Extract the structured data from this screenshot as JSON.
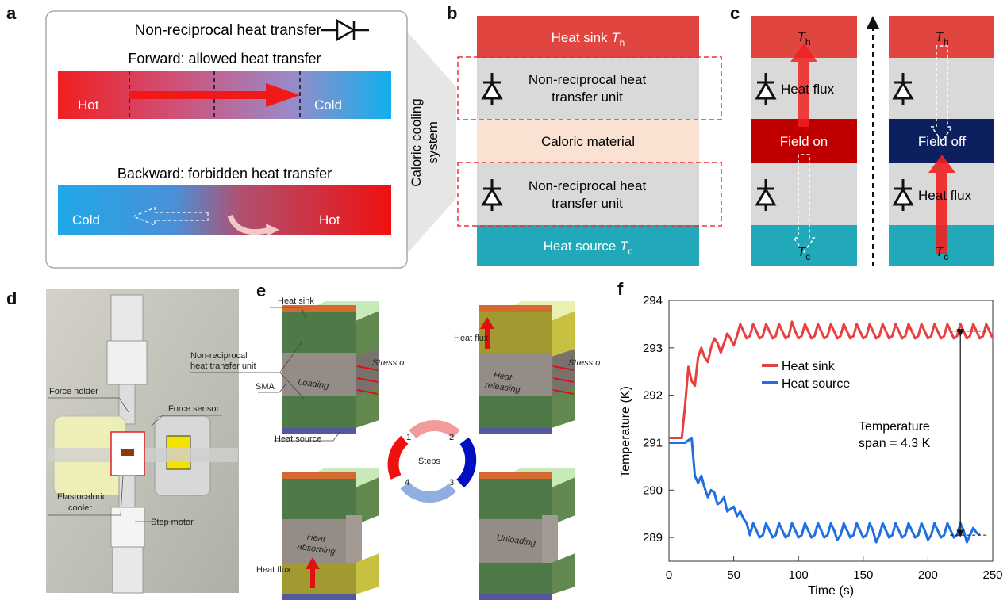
{
  "panels": {
    "a": {
      "label": "a",
      "legend_text": "Non-reciprocal heat transfer",
      "forward_title": "Forward: allowed heat transfer",
      "backward_title": "Backward: forbidden heat transfer",
      "forward_left": "Hot",
      "forward_right": "Cold",
      "backward_left": "Cold",
      "backward_right": "Hot",
      "side_label_1": "Caloric cooling",
      "side_label_2": "system"
    },
    "b": {
      "label": "b",
      "heat_sink": "Heat sink ",
      "heat_sink_sym": "T",
      "heat_sink_sub": "h",
      "unit_line1": "Non-reciprocal heat",
      "unit_line2": "transfer unit",
      "caloric": "Caloric material",
      "heat_source": "Heat source ",
      "heat_source_sym": "T",
      "heat_source_sub": "c",
      "colors": {
        "sink": "#e0453f",
        "unit": "#d9d9d9",
        "caloric": "#f9e2d2",
        "source": "#21a9b9",
        "dash": "#e8323c"
      }
    },
    "c": {
      "label": "c",
      "sym": "T",
      "sub_h": "h",
      "sub_c": "c",
      "heat_flux": "Heat flux",
      "field_on": "Field on",
      "field_off": "Field off",
      "colors": {
        "field_on": "#c00000",
        "field_off": "#0c1f5e"
      }
    },
    "d": {
      "label": "d",
      "force_holder": "Force holder",
      "force_sensor": "Force sensor",
      "cooler_1": "Elastocaloric",
      "cooler_2": "cooler",
      "step_motor": "Step motor"
    },
    "e": {
      "label": "e",
      "heat_sink": "Heat sink",
      "unit_1": "Non-reciprocal",
      "unit_2": "heat transfer unit",
      "sma": "SMA",
      "heat_source": "Heat source",
      "stress": "Stress σ",
      "heat_flux": "Heat flux",
      "loading": "Loading",
      "releasing_1": "Heat",
      "releasing_2": "releasing",
      "absorbing_1": "Heat",
      "absorbing_2": "absorbing",
      "unloading": "Unloading",
      "steps": "Steps",
      "step_numbers": [
        "1",
        "2",
        "3",
        "4"
      ]
    },
    "f": {
      "label": "f"
    }
  },
  "chart_data": {
    "type": "line",
    "xlabel": "Time (s)",
    "ylabel": "Temperature (K)",
    "xlim": [
      0,
      250
    ],
    "ylim": [
      288.5,
      294
    ],
    "xticks": [
      "0",
      "50",
      "100",
      "150",
      "200",
      "250"
    ],
    "yticks": [
      "289",
      "290",
      "291",
      "292",
      "293",
      "294"
    ],
    "grid": false,
    "legend_placement": "upper-center",
    "annotation_1": "Temperature",
    "annotation_2": "span = 4.3 K",
    "x_step": 2.5,
    "series": [
      {
        "name": "Heat sink",
        "color": "#e8403f",
        "values": [
          291.1,
          291.1,
          291.1,
          291.1,
          291.1,
          291.8,
          292.6,
          292.3,
          292.2,
          292.8,
          293.0,
          292.8,
          292.7,
          293.0,
          293.2,
          293.1,
          292.9,
          293.1,
          293.3,
          293.2,
          293.05,
          293.25,
          293.5,
          293.35,
          293.2,
          293.25,
          293.5,
          293.35,
          293.2,
          293.25,
          293.5,
          293.35,
          293.2,
          293.25,
          293.5,
          293.35,
          293.2,
          293.25,
          293.55,
          293.35,
          293.2,
          293.25,
          293.5,
          293.35,
          293.2,
          293.25,
          293.5,
          293.35,
          293.2,
          293.25,
          293.5,
          293.35,
          293.2,
          293.25,
          293.5,
          293.35,
          293.2,
          293.25,
          293.5,
          293.35,
          293.2,
          293.25,
          293.5,
          293.35,
          293.2,
          293.25,
          293.5,
          293.35,
          293.2,
          293.25,
          293.5,
          293.35,
          293.2,
          293.25,
          293.5,
          293.35,
          293.2,
          293.25,
          293.5,
          293.35,
          293.2,
          293.25,
          293.5,
          293.35,
          293.2,
          293.25,
          293.5,
          293.35,
          293.2,
          293.25,
          293.5,
          293.35,
          293.2,
          293.25,
          293.5,
          293.35,
          293.2,
          293.25,
          293.5,
          293.35,
          293.2
        ]
      },
      {
        "name": "Heat source",
        "color": "#1f6fe0",
        "values": [
          291.0,
          291.0,
          291.0,
          291.0,
          291.0,
          291.0,
          291.05,
          291.1,
          290.3,
          290.15,
          290.3,
          290.05,
          289.85,
          290.0,
          289.95,
          289.7,
          289.75,
          289.85,
          289.55,
          289.6,
          289.65,
          289.45,
          289.55,
          289.4,
          289.3,
          289.05,
          289.3,
          289.15,
          289.0,
          289.05,
          289.3,
          289.15,
          289.0,
          289.05,
          289.3,
          289.15,
          289.0,
          289.05,
          289.3,
          289.15,
          289.0,
          289.05,
          289.3,
          289.15,
          289.0,
          289.05,
          289.3,
          289.15,
          289.0,
          289.05,
          289.3,
          289.15,
          288.95,
          289.05,
          289.3,
          289.15,
          289.0,
          289.05,
          289.3,
          289.15,
          289.0,
          289.05,
          289.3,
          289.15,
          288.9,
          289.05,
          289.3,
          289.15,
          289.0,
          289.05,
          289.3,
          289.15,
          289.0,
          289.05,
          289.3,
          289.15,
          289.0,
          289.05,
          289.3,
          289.15,
          288.95,
          289.05,
          289.3,
          289.15,
          289.0,
          289.05,
          289.3,
          289.15,
          289.0,
          289.05,
          289.3,
          289.15,
          288.9,
          289.05,
          289.2,
          289.1,
          289.05
        ]
      }
    ],
    "span_markers": {
      "upper": 293.35,
      "lower": 289.05,
      "time": 225
    }
  }
}
